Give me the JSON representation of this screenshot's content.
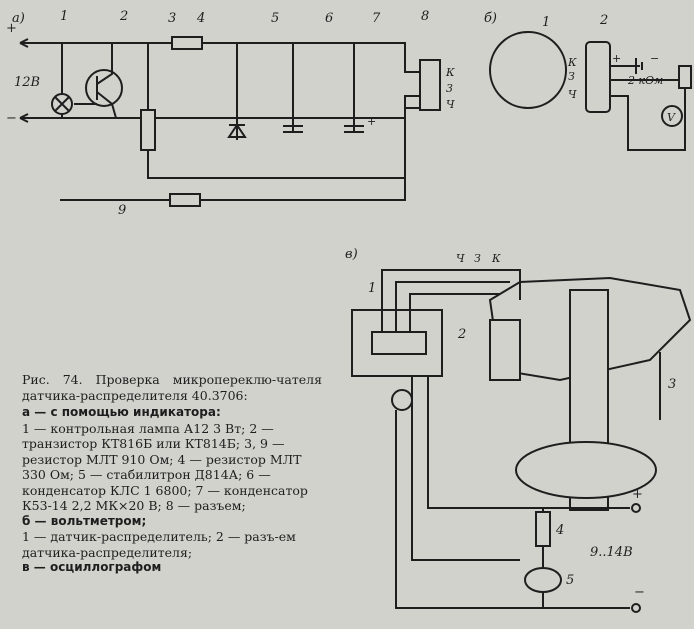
{
  "diagram_a": {
    "panel_label": "a)",
    "labels": [
      "1",
      "2",
      "3",
      "4",
      "5",
      "6",
      "7",
      "8",
      "9"
    ],
    "voltage": "12В",
    "plus": "+",
    "minus": "−",
    "cap_plus": "+",
    "connector_pins": [
      "К",
      "3",
      "Ч"
    ]
  },
  "diagram_b": {
    "panel_label": "б)",
    "labels": [
      "1",
      "2"
    ],
    "pins": [
      "К",
      "З",
      "Ч"
    ],
    "plus": "+",
    "minus": "−",
    "resistor": "2 кОм",
    "voltmeter": "V"
  },
  "diagram_c": {
    "panel_label": "в)",
    "wire_labels": [
      "Ч",
      "З",
      "К"
    ],
    "labels": [
      "1",
      "2",
      "3",
      "4",
      "5"
    ],
    "plus": "+",
    "minus": "−",
    "voltage": "9..14В"
  },
  "caption": {
    "title": "Рис. 74. Проверка микропереклю-чателя датчика-распределителя 40.3706:",
    "a_head": "а — с помощью индикатора:",
    "a_body": "1 — контрольная лампа А12 3 Вт; 2 — транзистор КТ816Б или КТ814Б; 3, 9 — резистор МЛТ 910 Ом; 4 — резистор МЛТ 330 Ом; 5 — стабилитрон Д814А; 6 — конденсатор КЛС 1 6800; 7 — конденсатор К53-14 2,2 МК×20 В; 8 — разъем;",
    "b_head": "б — вольтметром;",
    "b_body": "1 — датчик-распределитель; 2 — разъ-ем датчика-распределителя;",
    "c_head": "в — осциллографом"
  }
}
